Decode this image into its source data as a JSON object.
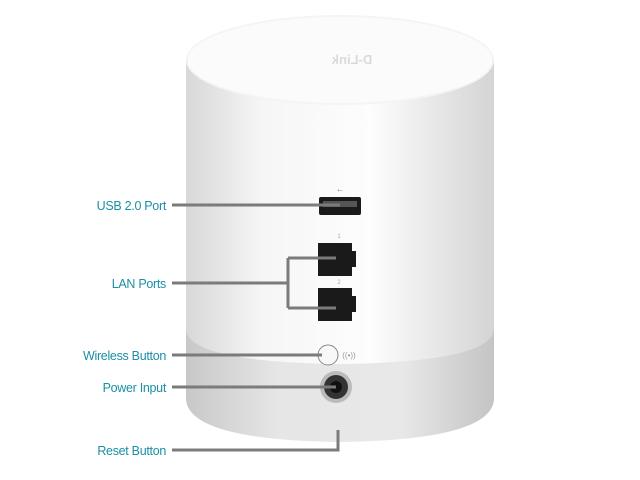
{
  "device": {
    "brand_logo": "D-Link",
    "lan_port_numbers": [
      "1",
      "2"
    ]
  },
  "labels": {
    "usb": "USB 2.0 Port",
    "lan": "LAN Ports",
    "wireless": "Wireless Button",
    "power": "Power Input",
    "reset": "Reset Button"
  },
  "colors": {
    "label": "#1b8fa6",
    "leader": "#7b7b7b",
    "base": "#dcdcdc"
  }
}
